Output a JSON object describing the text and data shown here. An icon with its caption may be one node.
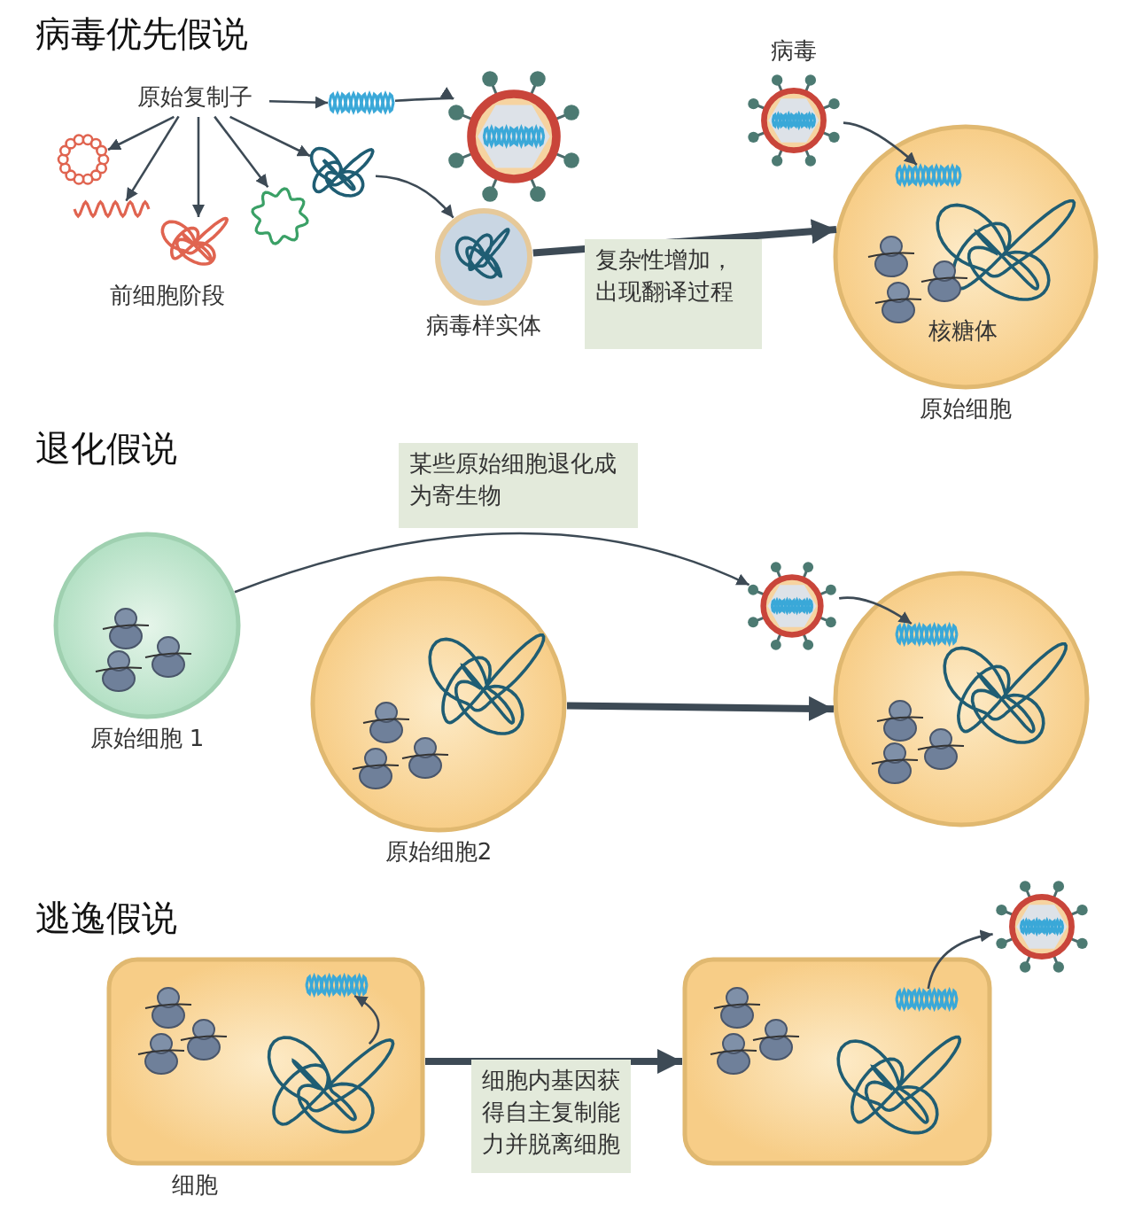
{
  "diagram": {
    "nodes": [
      {
        "text": [
          "原始复制子"
        ]
      },
      {
        "text": [],
        "shape": "picture"
      },
      {
        "text": [],
        "shape": "picture"
      },
      {
        "text": [],
        "shape": "picture"
      },
      {
        "text": [],
        "shape": "picture"
      },
      {
        "text": [],
        "shape": "picture"
      },
      {
        "text": [],
        "shape": "picture"
      },
      {
        "text": [],
        "shape": "picture"
      },
      {
        "text": [
          "病毒样实体"
        ]
      },
      {
        "text": [
          "病毒"
        ]
      },
      {
        "text": [
          "原始细胞"
        ]
      },
      {
        "text": [],
        "shape": "picture",
        "in": 10
      },
      {
        "text": [
          "原始细胞 1"
        ]
      },
      {
        "text": [
          "原始细胞2"
        ]
      },
      {
        "text": [],
        "shape": "picture"
      },
      {
        "text": [],
        "shape": "circle"
      },
      {
        "text": [],
        "shape": "picture",
        "in": 15
      },
      {
        "text": [
          "细胞"
        ]
      },
      {
        "text": [],
        "shape": "picture",
        "in": 17
      },
      {
        "text": [],
        "shape": "picture",
        "in": 17
      },
      {
        "text": [],
        "shape": "box"
      },
      {
        "text": [],
        "shape": "picture",
        "in": 20
      },
      {
        "text": [],
        "shape": "picture"
      }
    ],
    "edges": [
      {
        "from": 0,
        "to": 1,
        "arrow": "to"
      },
      {
        "from": 0,
        "to": 3,
        "arrow": "to"
      },
      {
        "from": 0,
        "to": 4,
        "arrow": "to"
      },
      {
        "from": 0,
        "to": 5,
        "arrow": "to"
      },
      {
        "from": 0,
        "to": 6,
        "arrow": "to"
      },
      {
        "from": 0,
        "to": 7,
        "arrow": "to"
      },
      {
        "from": 1,
        "to": 2,
        "arrow": "to"
      },
      {
        "from": 7,
        "to": 8,
        "arrow": "to"
      },
      {
        "from": 8,
        "to": 10,
        "arrow": "to",
        "label": "复杂性增加，出现翻译过程",
        "style": "thick"
      },
      {
        "from": 9,
        "to": 11,
        "arrow": "to"
      },
      {
        "from": 12,
        "to": 14,
        "arrow": "to",
        "label": "某些原始细胞退化成为寄生物"
      },
      {
        "from": 14,
        "to": 16,
        "arrow": "to"
      },
      {
        "from": 13,
        "to": 15,
        "arrow": "to",
        "style": "thick"
      },
      {
        "from": 19,
        "to": 18,
        "arrow": "to"
      },
      {
        "from": 17,
        "to": 20,
        "arrow": "to",
        "label": "细胞内基因获得自主复制能力并脱离细胞",
        "style": "thick"
      },
      {
        "from": 21,
        "to": 22,
        "arrow": "to"
      }
    ],
    "labels": [
      "病毒优先假说",
      "前细胞阶段",
      "核糖体",
      "退化假说",
      "逃逸假说"
    ]
  }
}
